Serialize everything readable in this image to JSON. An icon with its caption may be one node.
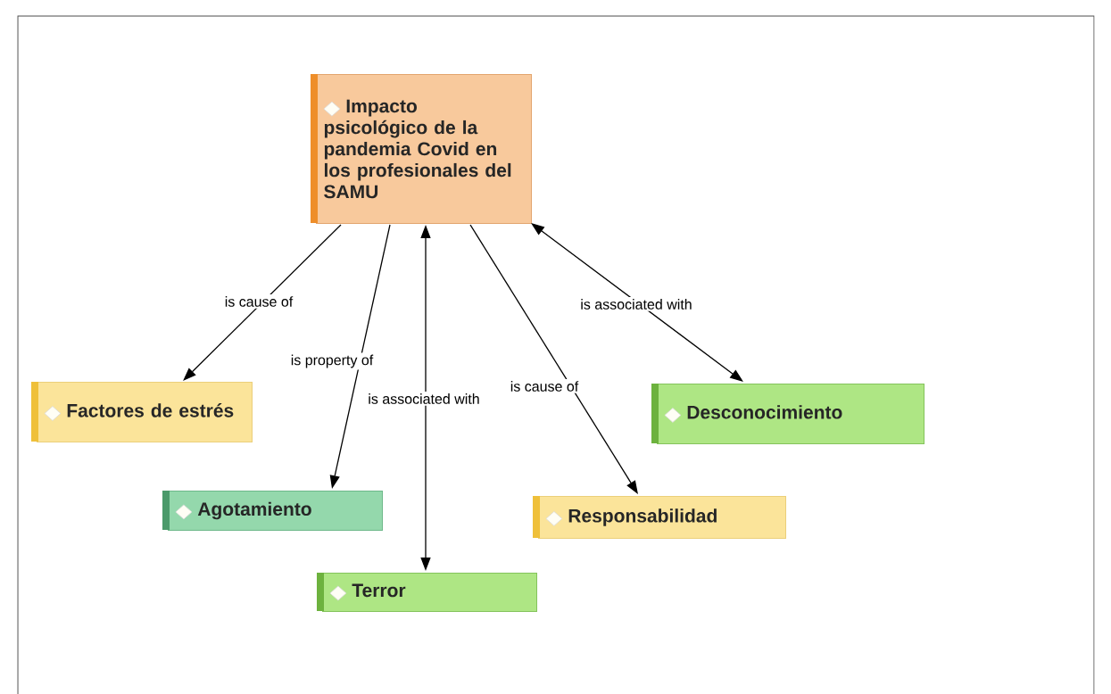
{
  "diagram": {
    "nodes": [
      {
        "text": [
          "Impacto psicológico de la pandemia Covid en los profesionales del SAMU"
        ]
      },
      {
        "text": [
          "Factores de estrés"
        ]
      },
      {
        "text": [
          "Desconocimiento"
        ]
      },
      {
        "text": [
          "Agotamiento"
        ]
      },
      {
        "text": [
          "Responsabilidad"
        ]
      },
      {
        "text": [
          "Terror"
        ]
      }
    ],
    "edges": [
      {
        "from": 0,
        "to": 1,
        "arrow": "to",
        "label": "is cause of"
      },
      {
        "from": 0,
        "to": 3,
        "arrow": "to",
        "label": "is property of"
      },
      {
        "from": 0,
        "to": 5,
        "arrow": "both",
        "label": "is associated with"
      },
      {
        "from": 0,
        "to": 4,
        "arrow": "to",
        "label": "is cause of"
      },
      {
        "from": 0,
        "to": 2,
        "arrow": "both",
        "label": "is associated with"
      }
    ]
  }
}
